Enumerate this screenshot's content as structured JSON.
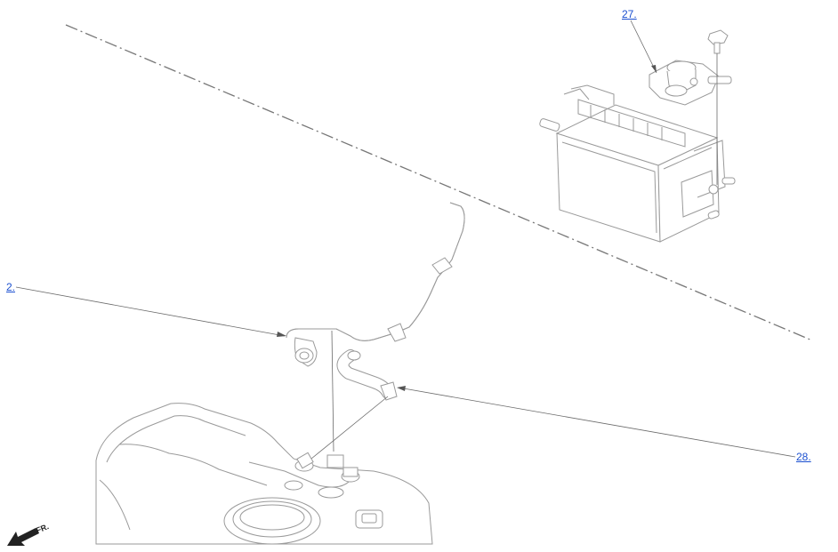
{
  "callouts": {
    "c27": "27.",
    "c2": "2.",
    "c28": "28."
  },
  "direction_label": "FR.",
  "colors": {
    "link": "#1a4fd0",
    "line_art": "#9a9a9a",
    "arrow": "#222222"
  },
  "icons": [
    "front-direction-arrow-icon"
  ]
}
